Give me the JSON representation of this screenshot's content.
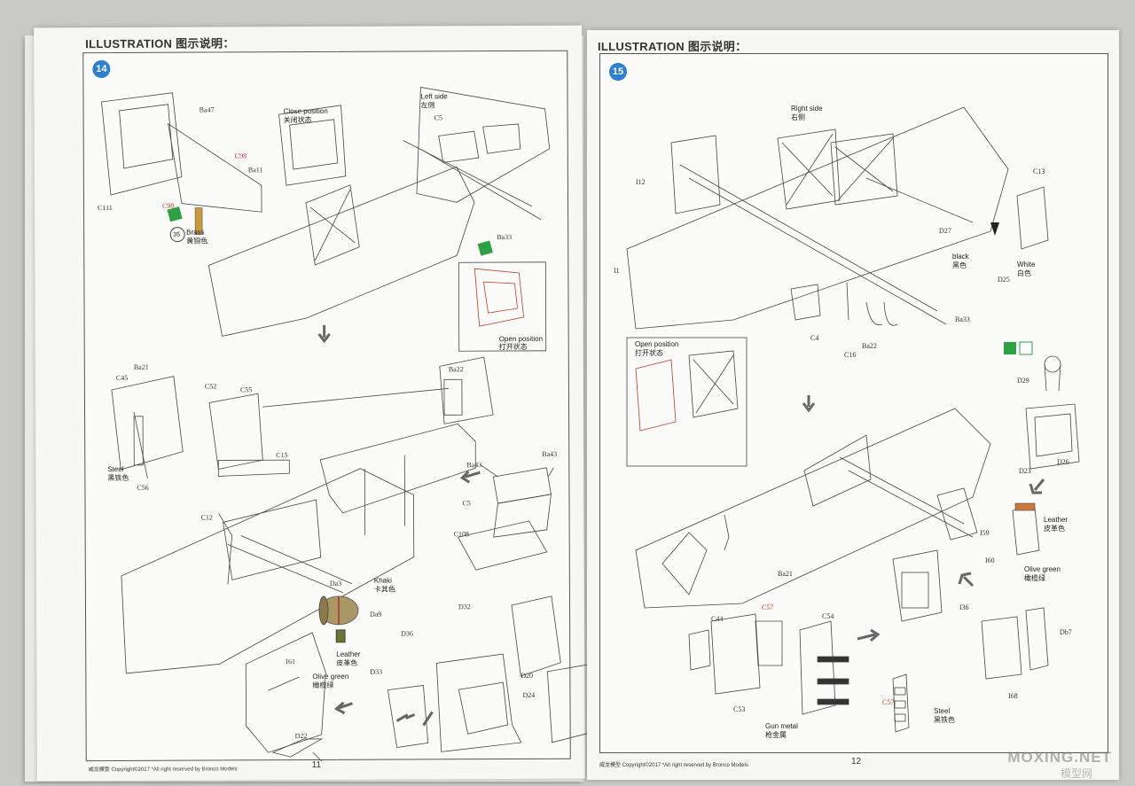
{
  "left_page": {
    "header": "ILLUSTRATION 图示说明：",
    "step_number": "14",
    "page_number": "11",
    "footer": "威龙模型   Copyright©2017  *All right reserved by Bronco Models",
    "labels": {
      "close_position": "Close position",
      "close_position_cn": "关闭状态",
      "left_side": "Left side",
      "left_side_cn": "左侧",
      "brass": "Brass",
      "brass_cn": "黄铜色",
      "paint_num": "35",
      "open_position": "Open position",
      "open_position_cn": "打开状态",
      "steel": "Steel",
      "steel_cn": "黑铁色",
      "khaki": "Khaki",
      "khaki_cn": "卡其色",
      "leather": "Leather",
      "leather_cn": "皮革色",
      "olive_green": "Olive green",
      "olive_green_cn": "橄榄绿"
    },
    "parts": {
      "ba47": "Ba47",
      "c98a": "C98",
      "c98b": "C98",
      "ba11": "Ba11",
      "c111": "C111",
      "c5a": "C5",
      "ba33": "Ba33",
      "ba21": "Ba21",
      "c45": "C45",
      "c52": "C52",
      "c55": "C55",
      "ba22": "Ba22",
      "c15": "C15",
      "c56": "C56",
      "ba43a": "Ba43",
      "ba43b": "Ba43",
      "c5b": "C5",
      "c108": "C108",
      "c12": "C12",
      "da3": "Da3",
      "da9": "Da9",
      "i61": "I61",
      "d32": "D32",
      "d36": "D36",
      "d20": "D20",
      "d24": "D24",
      "d33": "D33",
      "d22": "D22"
    }
  },
  "right_page": {
    "header": "ILLUSTRATION 图示说明：",
    "step_number": "15",
    "page_number": "12",
    "footer": "威龙模型   Copyright©2017  *All right reserved by Bronco Models",
    "labels": {
      "right_side": "Right  side",
      "right_side_cn": "右侧",
      "black": "black",
      "black_cn": "黑色",
      "white": "White",
      "white_cn": "白色",
      "open_position": "Open position",
      "open_position_cn": "打开状态",
      "leather": "Leather",
      "leather_cn": "皮革色",
      "olive_green": "Olive green",
      "olive_green_cn": "橄榄绿",
      "gun_metal": "Gun metal",
      "gun_metal_cn": "枪金属",
      "steel": "Steel",
      "steel_cn": "黑铁色"
    },
    "parts": {
      "i12": "I12",
      "c13": "C13",
      "d27": "D27",
      "d25": "D25",
      "i1": "I1",
      "ba33": "Ba33",
      "c4": "C4",
      "c16": "C16",
      "ba22": "Ba22",
      "d29": "D29",
      "d23": "D23",
      "d26": "D26",
      "i59": "I59",
      "i60": "I60",
      "ba21": "Ba21",
      "c44": "C44",
      "c57a": "C57",
      "c54": "C54",
      "i36": "I36",
      "db7": "Db7",
      "c53": "C53",
      "i68": "I68",
      "c57b": "C57"
    }
  },
  "watermark": "MOXING.NET",
  "watermark_cn": "模型网",
  "colors": {
    "step_badge": "#2c7fd1",
    "part_red": "#c0392b",
    "paint_green": "#2ea043"
  }
}
